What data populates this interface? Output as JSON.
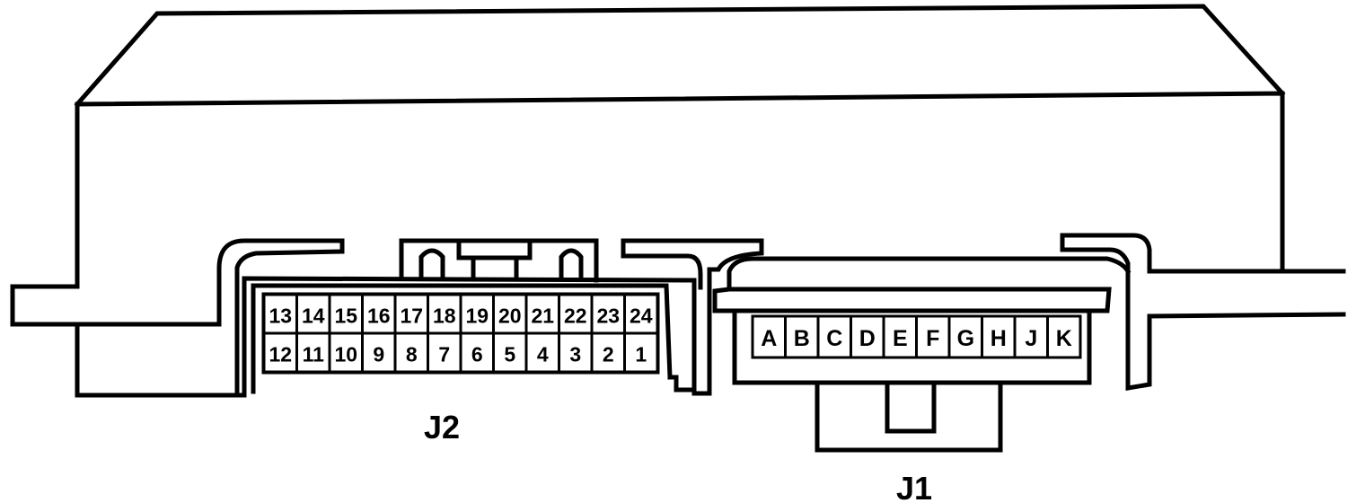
{
  "connectors": {
    "j2": {
      "label": "J2",
      "top_row": [
        "13",
        "14",
        "15",
        "16",
        "17",
        "18",
        "19",
        "20",
        "21",
        "22",
        "23",
        "24"
      ],
      "bottom_row": [
        "12",
        "11",
        "10",
        "9",
        "8",
        "7",
        "6",
        "5",
        "4",
        "3",
        "2",
        "1"
      ]
    },
    "j1": {
      "label": "J1",
      "pins": [
        "A",
        "B",
        "C",
        "D",
        "E",
        "F",
        "G",
        "H",
        "J",
        "K"
      ]
    }
  }
}
